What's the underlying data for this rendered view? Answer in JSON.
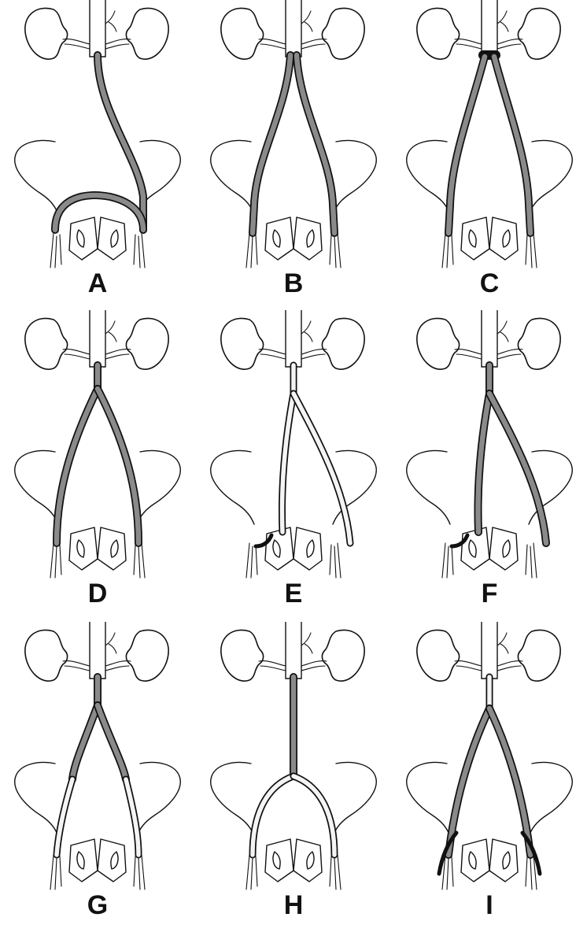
{
  "panels": [
    {
      "id": "A",
      "label": "A"
    },
    {
      "id": "B",
      "label": "B"
    },
    {
      "id": "C",
      "label": "C"
    },
    {
      "id": "D",
      "label": "D"
    },
    {
      "id": "E",
      "label": "E"
    },
    {
      "id": "F",
      "label": "F"
    },
    {
      "id": "G",
      "label": "G"
    },
    {
      "id": "H",
      "label": "H"
    },
    {
      "id": "I",
      "label": "I"
    }
  ],
  "colors": {
    "ink": "#111111",
    "graft": "#8a8a8a",
    "graft_light": "#f4f4f4",
    "background": "#ffffff"
  }
}
